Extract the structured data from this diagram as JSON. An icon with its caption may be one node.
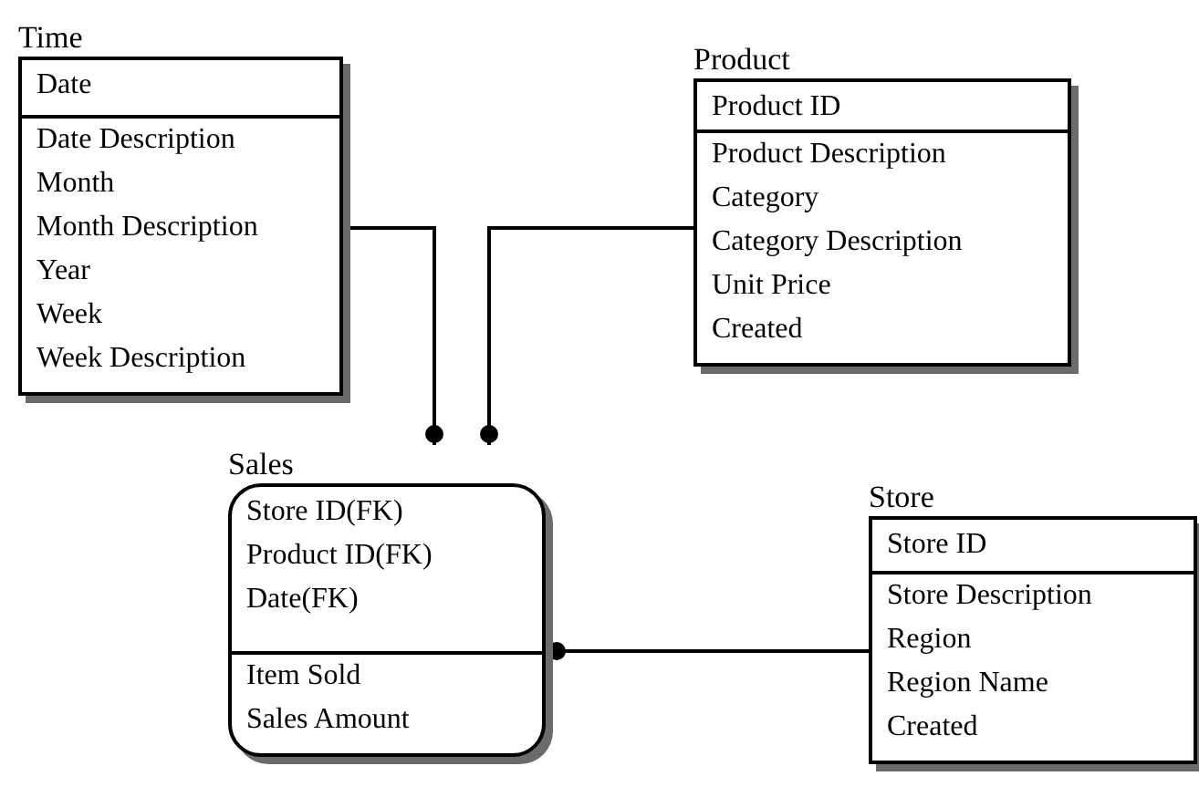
{
  "diagram": {
    "nodes": [
      {
        "text": [
          "Time",
          "Date",
          "Date Description",
          "Month",
          "Month Description",
          "Year",
          "Week",
          "Week Description"
        ]
      },
      {
        "text": [
          "Product",
          "Product ID",
          "Product Description",
          "Category",
          "Category Description",
          "Unit Price",
          "Created"
        ]
      },
      {
        "text": [
          "Sales",
          "Store ID(FK)",
          "Product ID(FK)",
          "Date(FK)",
          "Item Sold",
          "Sales Amount"
        ]
      },
      {
        "text": [
          "Store",
          "Store ID",
          "Store Description",
          "Region",
          "Region Name",
          "Created"
        ]
      }
    ],
    "edges": [
      {
        "from": 0,
        "to": 2,
        "arrow": "other"
      },
      {
        "from": 1,
        "to": 2,
        "arrow": "other"
      },
      {
        "from": 3,
        "to": 2,
        "arrow": "other"
      }
    ]
  }
}
